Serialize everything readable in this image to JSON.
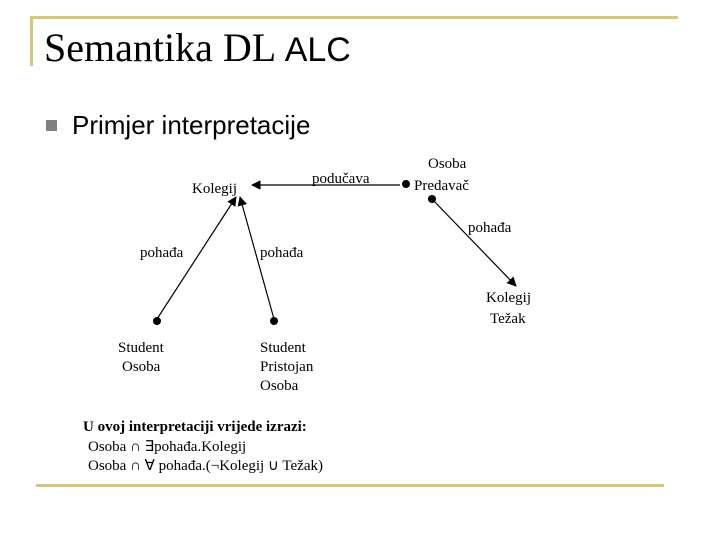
{
  "title": {
    "main": "Semantika DL",
    "suffix": "ALC"
  },
  "bullet": "Primjer interpretacije",
  "diagram": {
    "nodes": {
      "kolegij": "Kolegij",
      "osoba_predavac": [
        "Osoba",
        "Predavač"
      ],
      "kolegij_tezak": [
        "Kolegij",
        "Težak"
      ],
      "student1": [
        "Student",
        "Osoba"
      ],
      "student2": [
        "Student",
        "Pristojan",
        "Osoba"
      ]
    },
    "edges": {
      "poducava": "podučava",
      "pohadja_left": "pohađa",
      "pohadja_mid": "pohađa",
      "pohadja_right": "pohađa"
    }
  },
  "conclusion": {
    "heading": "U ovoj interpretaciji vrijede izrazi:",
    "expr1": "Osoba ∩ ∃pohađa.Kolegij",
    "expr2": "Osoba ∩ ∀ pohađa.(¬Kolegij ∪ Težak)"
  }
}
